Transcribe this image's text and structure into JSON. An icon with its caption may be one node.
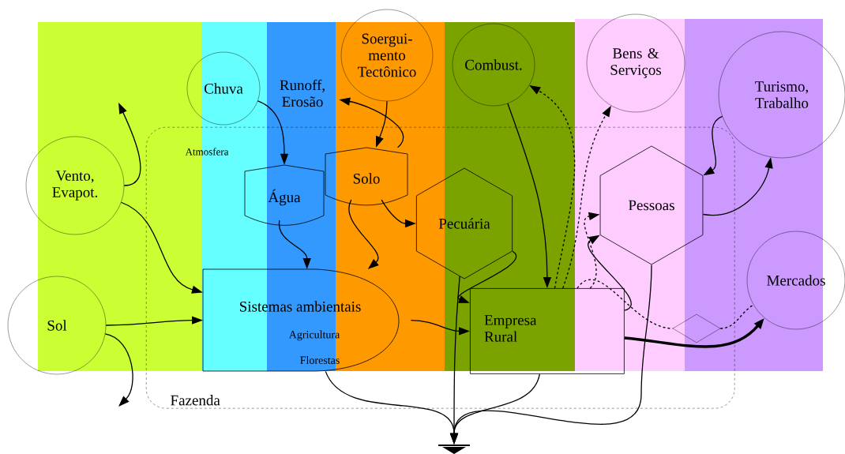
{
  "diagram": {
    "nodes": [
      {
        "text": [
          "Fazenda"
        ]
      },
      {
        "text": [
          "Sol"
        ]
      },
      {
        "text": [
          "Vento, Evapot."
        ]
      },
      {
        "text": [
          "Chuva"
        ]
      },
      {
        "text": [
          "Runoff, Erosão"
        ]
      },
      {
        "text": [
          "Soergui-mento Tectônico"
        ]
      },
      {
        "text": [
          "Combust."
        ]
      },
      {
        "text": [
          "Bens & Serviços"
        ]
      },
      {
        "text": [
          "Turismo, Trabalho"
        ]
      },
      {
        "text": [
          "Mercados"
        ]
      },
      {
        "text": [
          "Água"
        ],
        "in": 0
      },
      {
        "text": [
          "Solo"
        ],
        "in": 0
      },
      {
        "text": [
          "Pecuária"
        ],
        "in": 0
      },
      {
        "text": [
          "Pessoas"
        ],
        "in": 0
      },
      {
        "text": [
          "Sistemas ambientais",
          "Agricultura",
          "Florestas"
        ],
        "in": 0
      },
      {
        "text": [
          "Empresa Rural"
        ],
        "in": 0
      },
      {
        "text": [],
        "shape": "diamond",
        "in": 0
      },
      {
        "text": [],
        "shape": "sink"
      }
    ],
    "edges": [
      {
        "from": 1,
        "to": 14,
        "arrow": "to"
      },
      {
        "from": 2,
        "to": 14,
        "arrow": "to"
      },
      {
        "from": 2,
        "to": null,
        "arrow": "to"
      },
      {
        "from": 1,
        "to": null,
        "arrow": "to"
      },
      {
        "from": 3,
        "to": 10,
        "arrow": "to"
      },
      {
        "from": 11,
        "to": 4,
        "arrow": "to"
      },
      {
        "from": 5,
        "to": 11,
        "arrow": "to"
      },
      {
        "from": 10,
        "to": 14,
        "arrow": "to"
      },
      {
        "from": 11,
        "to": 14,
        "arrow": "to"
      },
      {
        "from": 11,
        "to": 12,
        "arrow": "to"
      },
      {
        "from": 14,
        "to": 15,
        "arrow": "to"
      },
      {
        "from": 12,
        "to": 15,
        "arrow": "to"
      },
      {
        "from": 6,
        "to": 15,
        "arrow": "to"
      },
      {
        "from": 15,
        "to": 6,
        "arrow": "to",
        "style": "dashed"
      },
      {
        "from": 15,
        "to": 7,
        "arrow": "to",
        "style": "dashed"
      },
      {
        "from": 15,
        "to": 13,
        "arrow": "to",
        "style": "dashed"
      },
      {
        "from": 15,
        "to": 13,
        "arrow": "to"
      },
      {
        "from": 13,
        "to": 8,
        "arrow": "to"
      },
      {
        "from": 8,
        "to": 13,
        "arrow": "to"
      },
      {
        "from": 15,
        "to": 9,
        "arrow": "to",
        "style": "thick"
      },
      {
        "from": 16,
        "to": 9,
        "arrow": "none",
        "style": "dashed"
      },
      {
        "from": 15,
        "to": 16,
        "arrow": "none",
        "style": "dashed"
      },
      {
        "from": 14,
        "to": 17,
        "arrow": "to"
      },
      {
        "from": 15,
        "to": 17,
        "arrow": "to"
      },
      {
        "from": 13,
        "to": 17,
        "arrow": "to"
      },
      {
        "from": 12,
        "to": 17,
        "arrow": "to"
      }
    ],
    "labels": [
      "Atmosfera"
    ]
  }
}
